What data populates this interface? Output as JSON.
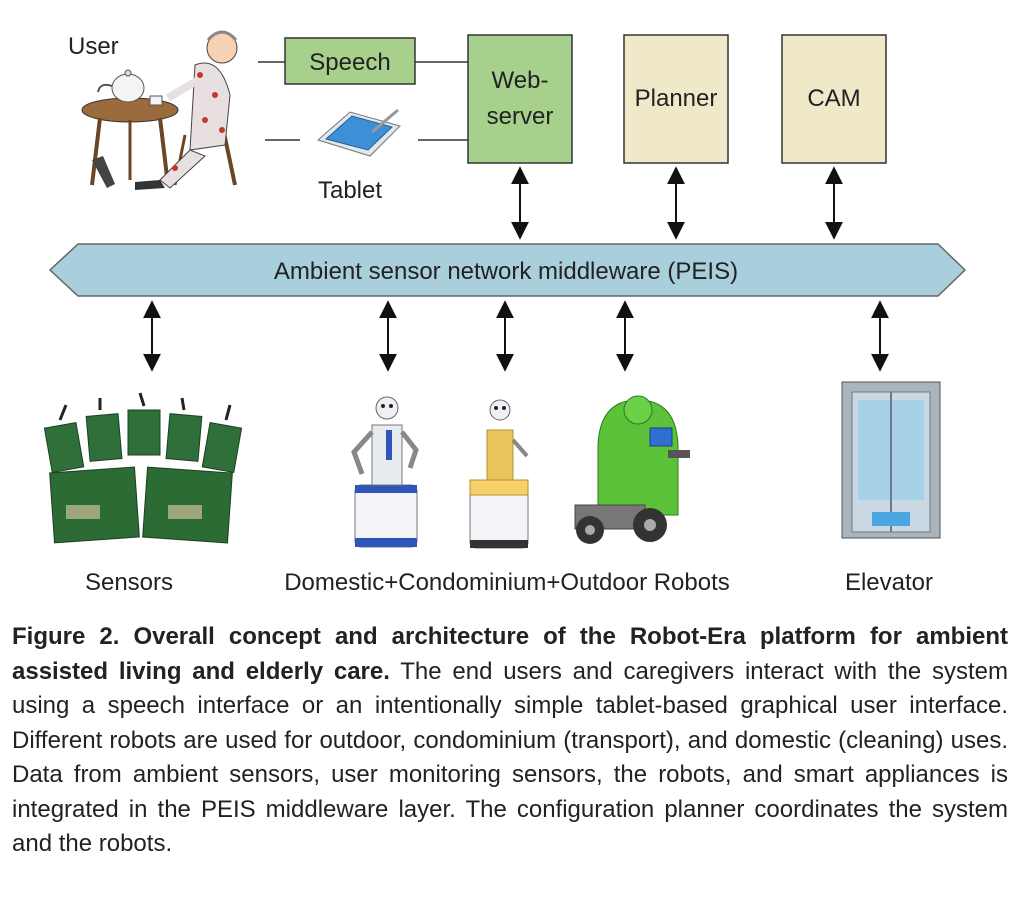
{
  "diagram": {
    "user_label": "User",
    "speech_label": "Speech",
    "tablet_label": "Tablet",
    "webserver_line1": "Web-",
    "webserver_line2": "server",
    "planner_label": "Planner",
    "cam_label": "CAM",
    "middleware_label": "Ambient sensor network middleware (PEIS)",
    "sensors_label": "Sensors",
    "robots_label": "Domestic+Condominium+Outdoor Robots",
    "elevator_label": "Elevator",
    "colors": {
      "green_box": "#a8d08d",
      "tan_box": "#efe8c9",
      "middleware": "#a9cfdc",
      "arrow": "#111111"
    }
  },
  "caption": {
    "title": "Figure 2. Overall concept and architecture of the Robot-Era platform for ambient assisted living and elderly care.",
    "body": " The end users and caregivers interact with the system using a speech interface or an intentionally simple tablet-based graphical user interface. Different robots are used for outdoor, condominium (transport), and domestic (cleaning) uses. Data from ambient sensors, user monitoring sensors, the robots, and smart appliances is integrated in the PEIS middleware layer. The configuration planner coordinates the system and the robots."
  }
}
